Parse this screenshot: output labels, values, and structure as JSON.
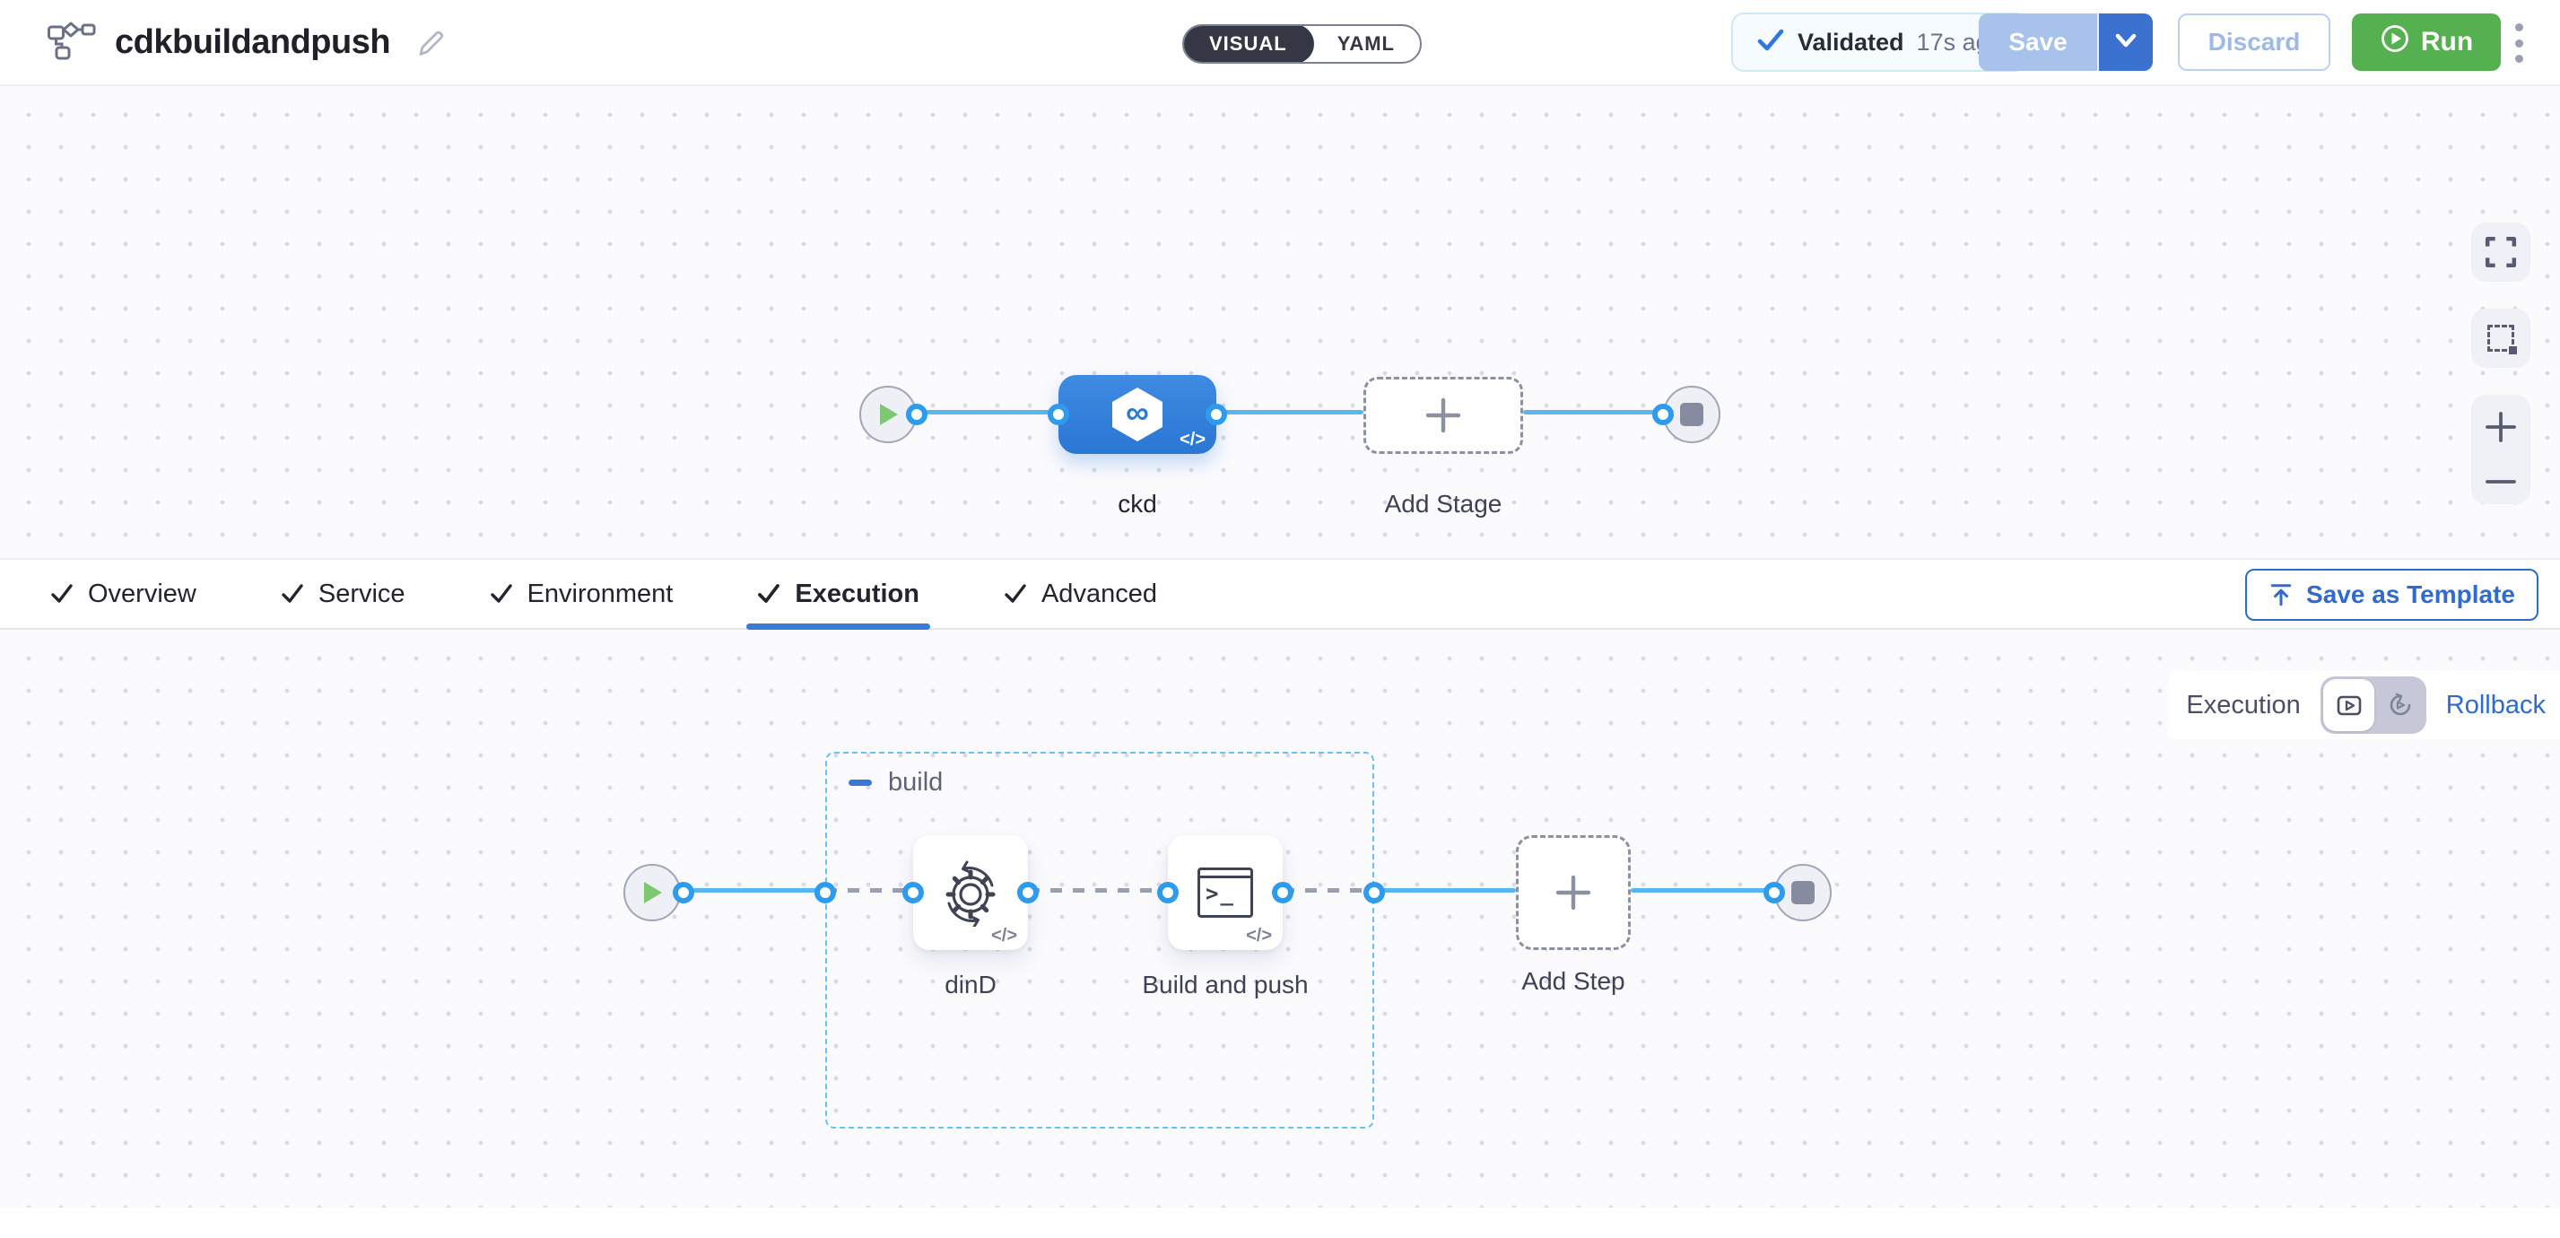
{
  "header": {
    "title": "cdkbuildandpush",
    "mode_toggle": {
      "visual_label": "VISUAL",
      "yaml_label": "YAML",
      "selected": "VISUAL"
    },
    "validated_badge": {
      "label": "Validated",
      "time_ago": "17s ago"
    },
    "buttons": {
      "save": "Save",
      "discard": "Discard",
      "run": "Run"
    }
  },
  "stage_pipeline": {
    "stage_name": "ckd",
    "stage_icon_glyph": "∞",
    "code_glyph": "</>",
    "add_stage_label": "Add Stage"
  },
  "tabs": {
    "items": [
      {
        "label": "Overview",
        "checked": true,
        "active": false
      },
      {
        "label": "Service",
        "checked": true,
        "active": false
      },
      {
        "label": "Environment",
        "checked": true,
        "active": false
      },
      {
        "label": "Execution",
        "checked": true,
        "active": true
      },
      {
        "label": "Advanced",
        "checked": true,
        "active": false
      }
    ],
    "save_as_template_label": "Save as Template"
  },
  "execution_tab": {
    "view_label": "Execution",
    "rollback_label": "Rollback",
    "group": {
      "name": "build"
    },
    "steps": [
      {
        "name": "dinD",
        "code_glyph": "</>"
      },
      {
        "name": "Build and push",
        "terminal_glyph": ">_",
        "code_glyph": "</>"
      }
    ],
    "add_step_label": "Add Step"
  },
  "colors": {
    "accent_blue": "#2f6bce",
    "stage_node_blue": "#2e7ed9",
    "connector_blue": "#58b6f0",
    "dot_ring_blue": "#2e9bed",
    "run_green": "#55b04f",
    "validated_check_blue": "#2d79e0",
    "group_border_blue": "#64c3f5",
    "tab_underline_blue": "#3c7ad7",
    "toggle_dark": "#363744"
  }
}
